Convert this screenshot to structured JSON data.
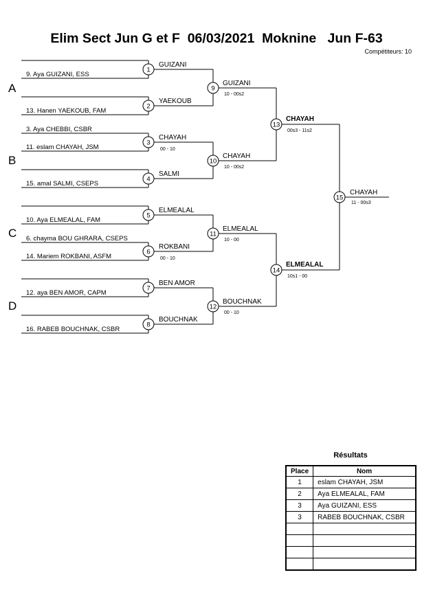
{
  "header": {
    "title": "Elim Sect Jun G et F  06/03/2021  Moknine   Jun F-63",
    "competitors": "Compétiteurs: 10"
  },
  "pools": [
    "A",
    "B",
    "C",
    "D"
  ],
  "entries": [
    {
      "label": "9. Aya GUIZANI, ESS"
    },
    {
      "label": "13. Hanen YAEKOUB, FAM"
    },
    {
      "label": "3. Aya CHEBBI, CSBR"
    },
    {
      "label": "11. eslam CHAYAH, JSM"
    },
    {
      "label": ""
    },
    {
      "label": "15. amal SALMI, CSEPS"
    },
    {
      "label": ""
    },
    {
      "label": "10. Aya ELMEALAL, FAM"
    },
    {
      "label": "6. chayma BOU GHRARA, CSEPS"
    },
    {
      "label": "14. Mariem ROKBANI, ASFM"
    },
    {
      "label": ""
    },
    {
      "label": "12. aya BEN AMOR, CAPM"
    },
    {
      "label": ""
    },
    {
      "label": "16. RABEB BOUCHNAK, CSBR"
    }
  ],
  "matches": [
    {
      "number": "1",
      "winner": "GUIZANI",
      "score": ""
    },
    {
      "number": "2",
      "winner": "YAEKOUB",
      "score": ""
    },
    {
      "number": "3",
      "winner": "CHAYAH",
      "score": "00 - 10"
    },
    {
      "number": "4",
      "winner": "SALMI",
      "score": ""
    },
    {
      "number": "5",
      "winner": "ELMEALAL",
      "score": ""
    },
    {
      "number": "6",
      "winner": "ROKBANI",
      "score": "00 - 10"
    },
    {
      "number": "7",
      "winner": "BEN AMOR",
      "score": ""
    },
    {
      "number": "8",
      "winner": "BOUCHNAK",
      "score": ""
    },
    {
      "number": "9",
      "winner": "GUIZANI",
      "score": "10 - 00s2"
    },
    {
      "number": "10",
      "winner": "CHAYAH",
      "score": "10 - 00s2"
    },
    {
      "number": "11",
      "winner": "ELMEALAL",
      "score": "10 - 00"
    },
    {
      "number": "12",
      "winner": "BOUCHNAK",
      "score": "00 - 10"
    },
    {
      "number": "13",
      "winner": "CHAYAH",
      "score": "00s3 - 11s2"
    },
    {
      "number": "14",
      "winner": "ELMEALAL",
      "score": "10s1 - 00"
    },
    {
      "number": "15",
      "winner": "CHAYAH",
      "score": "11 - 00s3"
    }
  ],
  "results": {
    "title": "Résultats",
    "headers": {
      "place": "Place",
      "name": "Nom"
    },
    "rows": [
      {
        "place": "1",
        "name": "eslam CHAYAH, JSM"
      },
      {
        "place": "2",
        "name": "Aya ELMEALAL, FAM"
      },
      {
        "place": "3",
        "name": "Aya GUIZANI, ESS"
      },
      {
        "place": "3",
        "name": "RABEB BOUCHNAK, CSBR"
      },
      {
        "place": "",
        "name": ""
      },
      {
        "place": "",
        "name": ""
      },
      {
        "place": "",
        "name": ""
      },
      {
        "place": "",
        "name": ""
      }
    ]
  }
}
